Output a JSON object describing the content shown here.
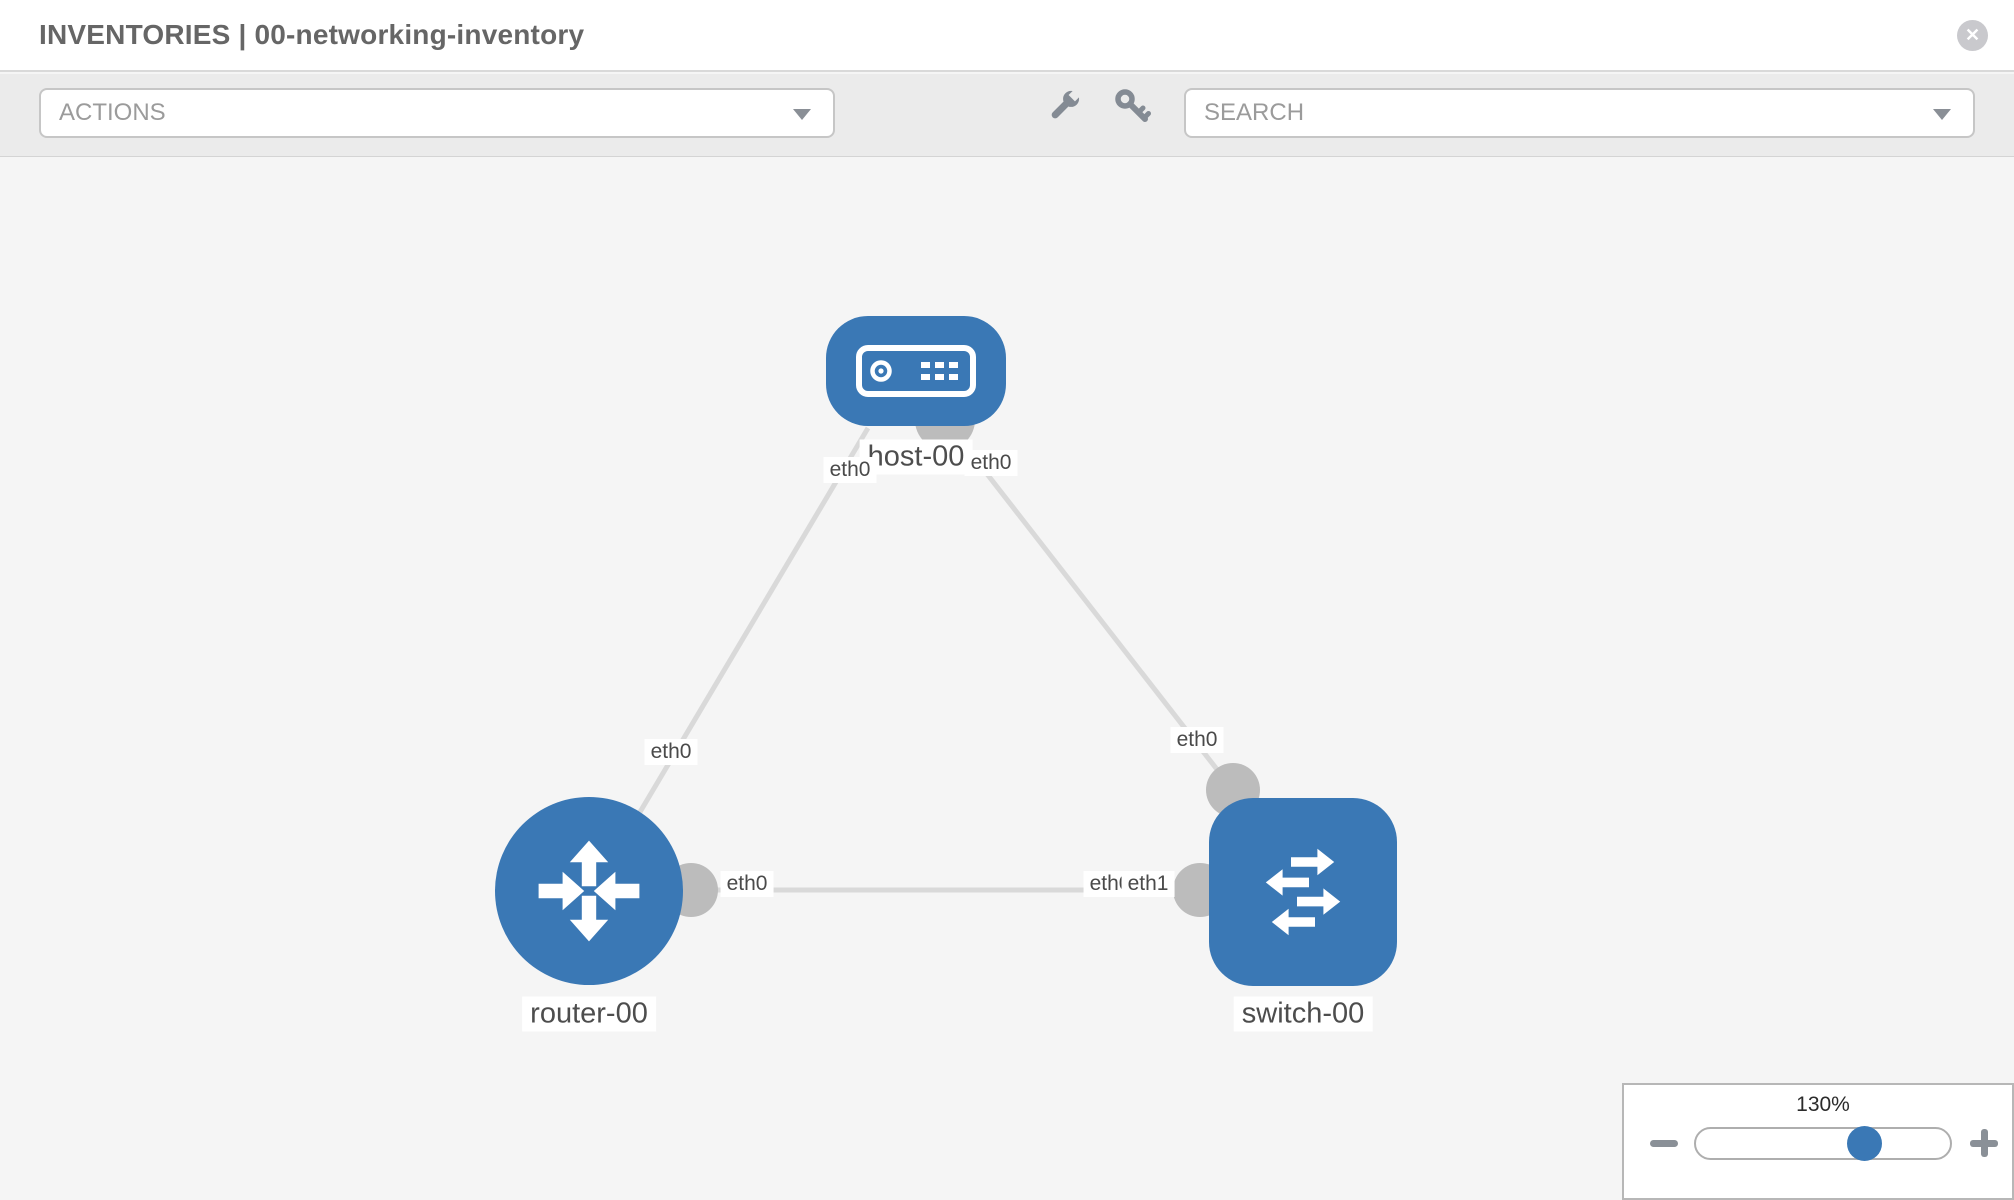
{
  "header": {
    "title": "INVENTORIES | 00-networking-inventory",
    "close_label": "✕"
  },
  "toolbar": {
    "actions_label": "ACTIONS",
    "search_label": "SEARCH",
    "icons": [
      "wrench-icon",
      "key-icon"
    ]
  },
  "topology": {
    "nodes": [
      {
        "name": "host-00",
        "type": "host"
      },
      {
        "name": "router-00",
        "type": "router"
      },
      {
        "name": "switch-00",
        "type": "switch"
      }
    ],
    "links": [
      {
        "from": "host-00",
        "from_interface": "eth0",
        "to": "router-00",
        "to_interface": "eth0"
      },
      {
        "from": "host-00",
        "from_interface": "eth0",
        "to": "switch-00",
        "to_interface": "eth0"
      },
      {
        "from": "router-00",
        "from_interface": "eth0",
        "to": "switch-00",
        "to_interface": "eth1"
      }
    ],
    "interface_labels": {
      "host_left": "eth0",
      "host_right": "eth0",
      "router_uplink": "eth0",
      "switch_uplink": "eth0",
      "router_link": "eth0",
      "switch_link_under": "eth0",
      "switch_link": "eth1"
    }
  },
  "zoom_control": {
    "level": "130%"
  },
  "colors": {
    "node_blue": "#3a78b5",
    "link_gray": "#d9d9d9",
    "connector_gray": "#bcbcbc",
    "canvas_bg": "#f5f5f5",
    "toolbar_bg": "#ebebeb",
    "title_text": "#666666"
  }
}
